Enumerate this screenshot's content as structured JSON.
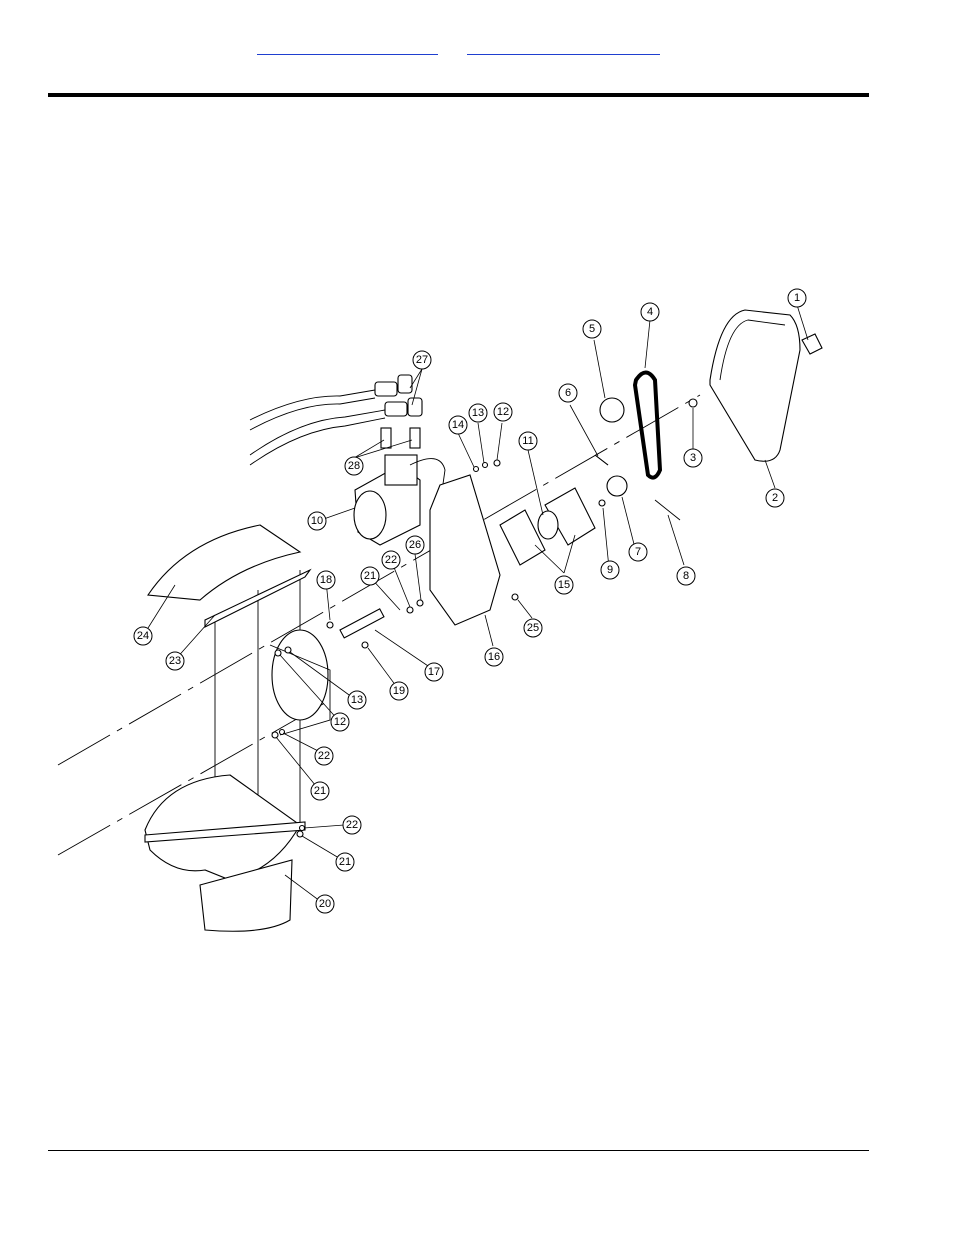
{
  "header": {
    "link_a": "",
    "link_b": ""
  },
  "diagram": {
    "callouts": [
      "1",
      "2",
      "3",
      "4",
      "5",
      "6",
      "7",
      "8",
      "9",
      "10",
      "11",
      "12",
      "13",
      "14",
      "15",
      "16",
      "17",
      "18",
      "19",
      "20",
      "21",
      "22",
      "23",
      "24",
      "25",
      "26",
      "27",
      "28"
    ],
    "callout_labels": {
      "c1": "1",
      "c2": "2",
      "c3": "3",
      "c4": "4",
      "c5": "5",
      "c6": "6",
      "c7": "7",
      "c8": "8",
      "c9": "9",
      "c10": "10",
      "c11": "11",
      "c12a": "12",
      "c12b": "12",
      "c13a": "13",
      "c13b": "13",
      "c14": "14",
      "c15": "15",
      "c16": "16",
      "c17": "17",
      "c18": "18",
      "c19": "19",
      "c20": "20",
      "c21a": "21",
      "c21b": "21",
      "c21c": "21",
      "c22a": "22",
      "c22b": "22",
      "c22c": "22",
      "c23": "23",
      "c24": "24",
      "c25": "25",
      "c26": "26",
      "c27": "27",
      "c28": "28"
    }
  }
}
